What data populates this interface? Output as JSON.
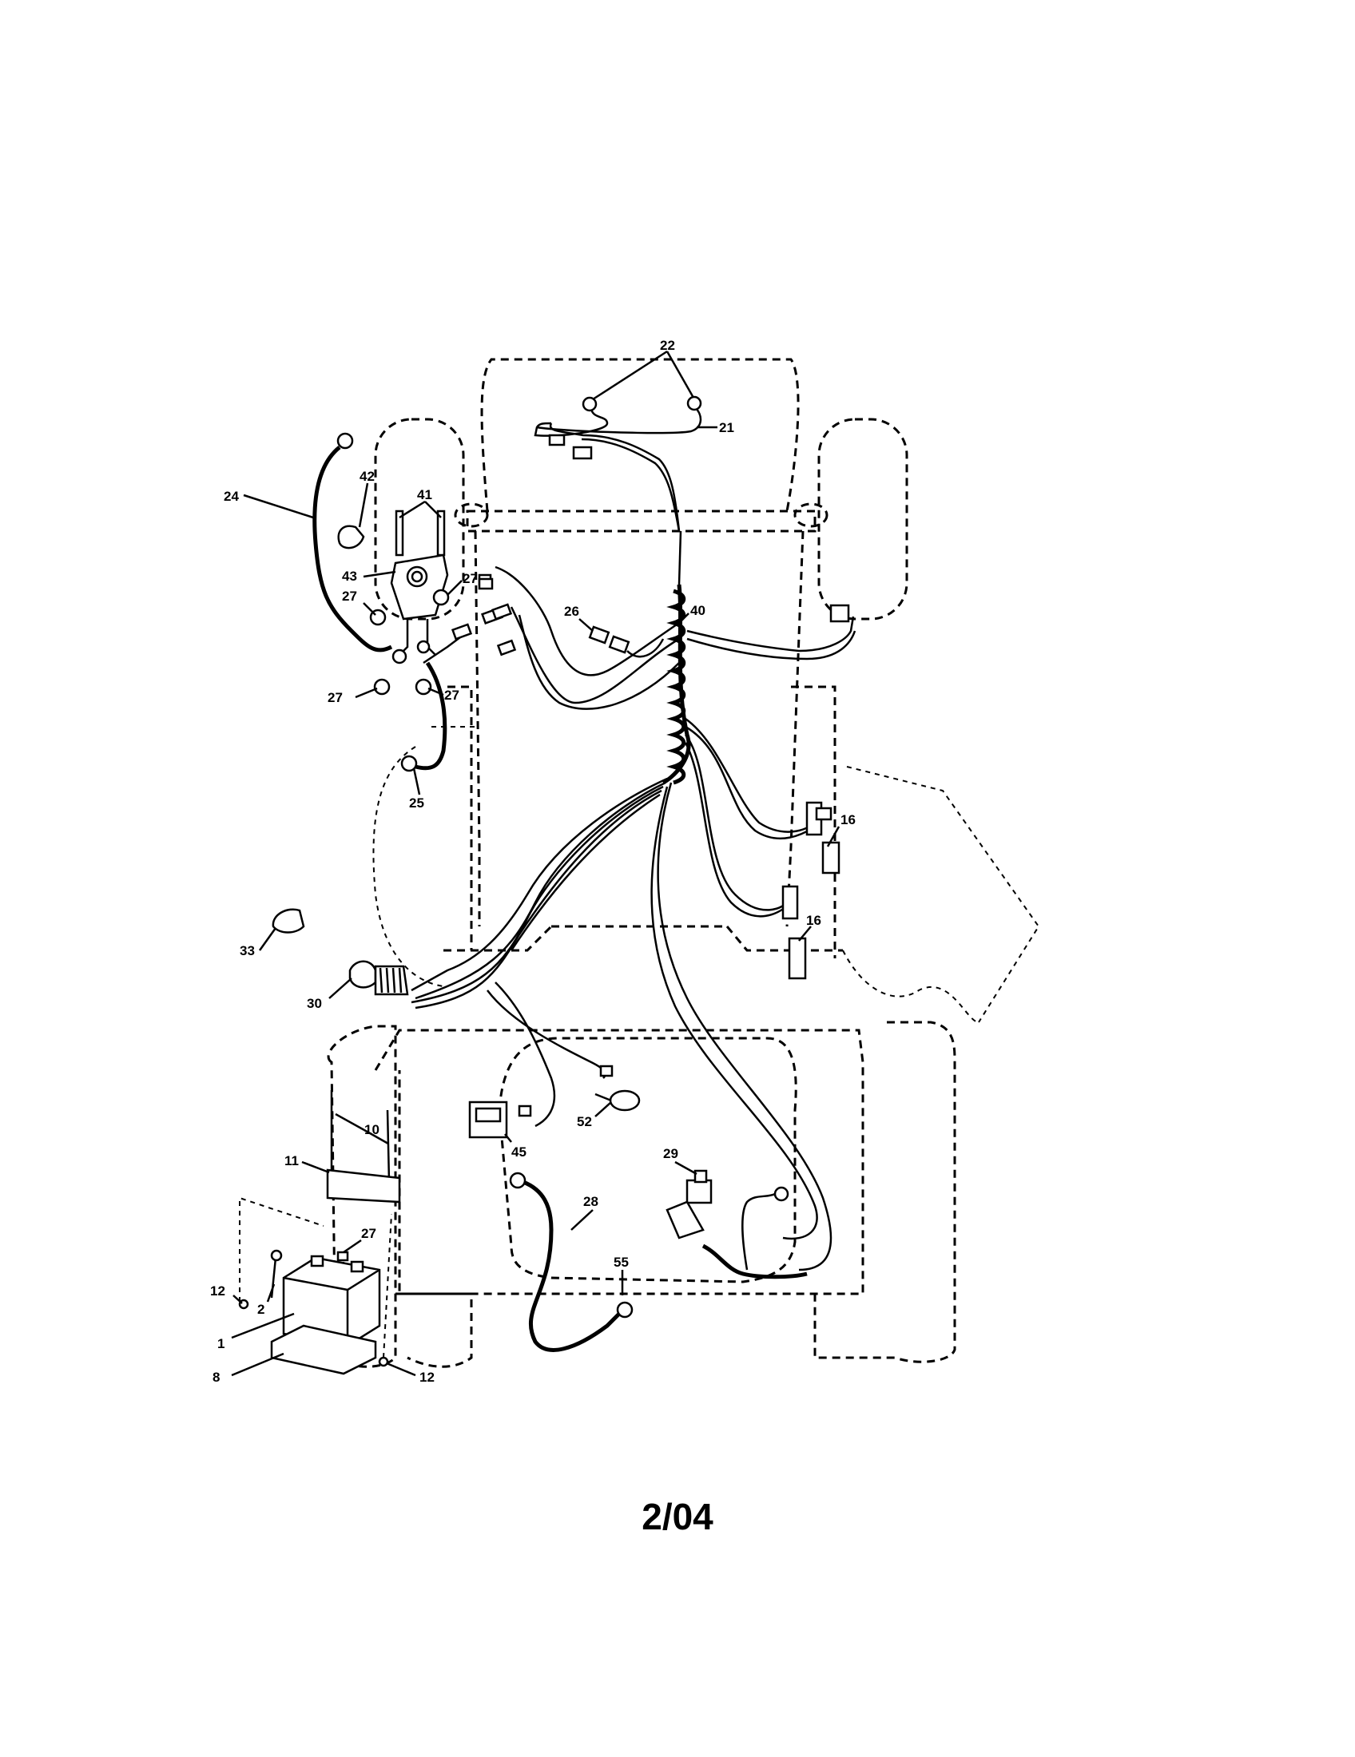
{
  "footer": {
    "date_code": "2/04"
  },
  "callouts": {
    "c22": "22",
    "c21": "21",
    "c24": "24",
    "c42": "42",
    "c41": "41",
    "c43": "43",
    "c27a": "27",
    "c27b": "27",
    "c27c": "27",
    "c27d": "27",
    "c27e": "27",
    "c26": "26",
    "c40": "40",
    "c25": "25",
    "c16a": "16",
    "c16b": "16",
    "c33": "33",
    "c30": "30",
    "c10": "10",
    "c11": "11",
    "c45": "45",
    "c52": "52",
    "c29": "29",
    "c28": "28",
    "c55": "55",
    "c12a": "12",
    "c12b": "12",
    "c2": "2",
    "c1": "1",
    "c8": "8"
  }
}
